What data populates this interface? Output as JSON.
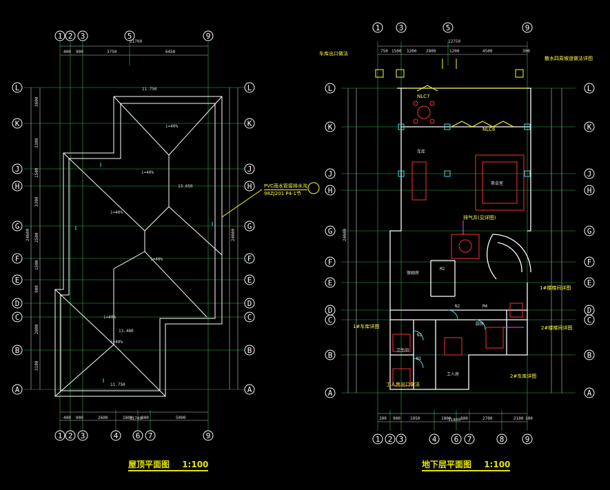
{
  "titles": {
    "left": "屋顶平面图",
    "left_scale": "1:100",
    "right": "地下层平面图",
    "right_scale": "1:100"
  },
  "left_plan": {
    "col_labels": [
      "1",
      "2",
      "3",
      "5",
      "9"
    ],
    "col_labels_bottom": [
      "1",
      "2",
      "3",
      "4",
      "6",
      "7",
      "9"
    ],
    "row_labels": [
      "L",
      "K",
      "J",
      "H",
      "G",
      "F",
      "E",
      "D",
      "C",
      "B",
      "A"
    ],
    "top_total": "11700",
    "top_dims": [
      "400",
      "900",
      "3750",
      "6450"
    ],
    "bottom_total": "11700",
    "bottom_dims": [
      "400",
      "900",
      "2600",
      "1800",
      "800",
      "5000"
    ],
    "left_total": "24600",
    "left_dims": [
      "3600",
      "3300",
      "1500",
      "3300",
      "2500",
      "1500",
      "900",
      "2800",
      "3100"
    ],
    "note_pvc": "PVC雨水管接排水沟",
    "note_ref": "98ZJ201 P4-1节",
    "elevations": [
      "11.750",
      "13.650",
      "13.480",
      "11.750"
    ],
    "slopes": [
      "i=40%",
      "i=40%",
      "i=40%",
      "i=40%",
      "i=40%",
      "i=40%"
    ]
  },
  "right_plan": {
    "col_labels": [
      "1",
      "3",
      "5",
      "9"
    ],
    "col_labels_bottom": [
      "1",
      "2",
      "3",
      "4",
      "6",
      "7",
      "8",
      "9"
    ],
    "row_labels": [
      "L",
      "K",
      "J",
      "H",
      "G",
      "F",
      "E",
      "D",
      "C",
      "B",
      "A"
    ],
    "top_total": "12750",
    "top_dims": [
      "750",
      "1500",
      "1200",
      "2800",
      "1200",
      "4500",
      "300"
    ],
    "bottom_total": "11800",
    "bottom_dims": [
      "300",
      "900",
      "1950",
      "1800",
      "800",
      "2700",
      "2100",
      "100"
    ],
    "left_total": "24600",
    "rooms": [
      "NLC7",
      "NLC6",
      "车库",
      "茶会室",
      "保姆房",
      "工人房",
      "厨房",
      "卫生间"
    ],
    "notes": [
      "车库出口做法",
      "散水四周坡道做法详图",
      "排气井(见详图)",
      "1#楼梯间详图",
      "2#楼梯间详图",
      "2#车库详图",
      "1#车库详图",
      "工人房出口做法"
    ],
    "door_tags": [
      "N1",
      "N2",
      "M4",
      "M2",
      "N1"
    ]
  }
}
